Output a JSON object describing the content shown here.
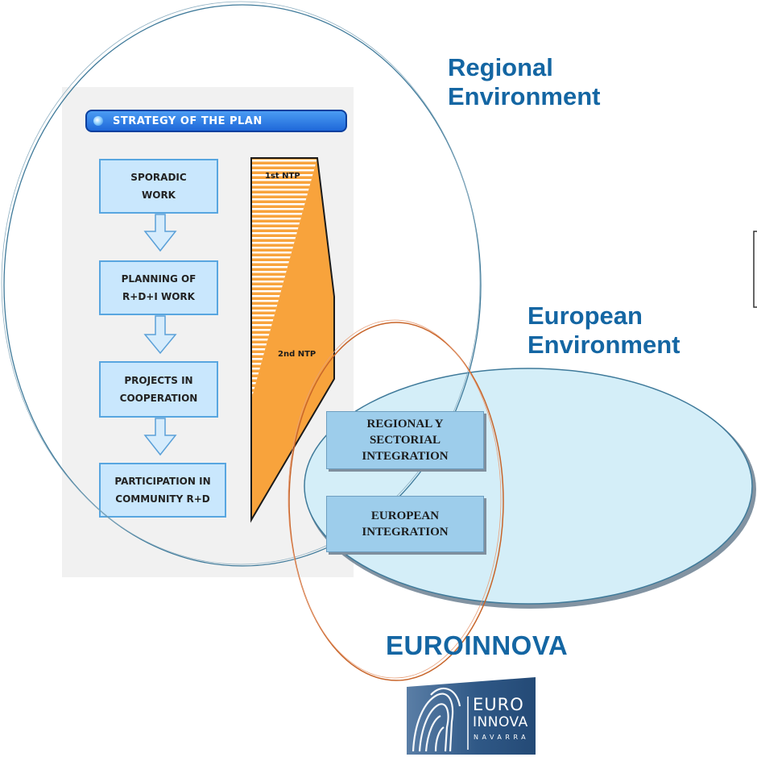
{
  "regions": {
    "regional": {
      "title_line1": "Regional",
      "title_line2": "Environment"
    },
    "european": {
      "title_line1": "European",
      "title_line2": "Environment"
    },
    "euroinnova": {
      "title": "EUROINNOVA"
    }
  },
  "strategy": {
    "header": "STRATEGY OF THE PLAN",
    "steps": [
      {
        "line1": "SPORADIC",
        "line2": "WORK"
      },
      {
        "line1": "PLANNING OF",
        "line2": "R+D+I WORK"
      },
      {
        "line1": "PROJECTS IN",
        "line2": "COOPERATION"
      },
      {
        "line1": "PARTICIPATION IN",
        "line2": "COMMUNITY R+D"
      }
    ],
    "ntp_first": "1st NTP",
    "ntp_second": "2nd NTP"
  },
  "integration": [
    {
      "line1": "REGIONAL Y",
      "line2": "SECTORIAL",
      "line3": "INTEGRATION"
    },
    {
      "line1": "EUROPEAN",
      "line2": "INTEGRATION"
    }
  ],
  "logo": {
    "line1": "EURO",
    "line2": "INNOVA",
    "line3": "NAVARRA"
  },
  "colors": {
    "title_blue": "#1466a3",
    "ntp_orange": "#f8a33c",
    "european_fill": "#d4eef8",
    "ellipse_blue": "#3f7a9a",
    "ellipse_orange": "#c8652a"
  }
}
